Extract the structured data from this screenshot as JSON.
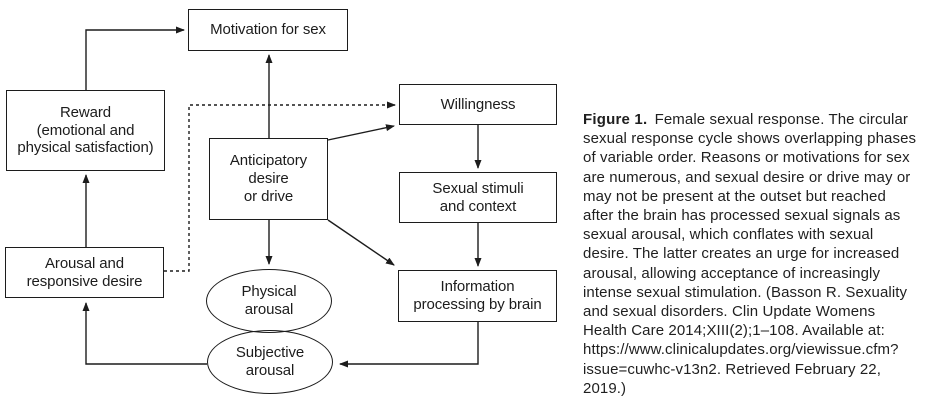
{
  "figure": {
    "nodes": {
      "motivation": {
        "label": "Motivation for sex"
      },
      "reward": {
        "label": "Reward\n(emotional and\nphysical satisfaction)"
      },
      "anticipatory": {
        "label": "Anticipatory\ndesire\nor drive"
      },
      "willingness": {
        "label": "Willingness"
      },
      "stimuli": {
        "label": "Sexual stimuli\nand context"
      },
      "information": {
        "label": "Information\nprocessing by brain"
      },
      "arousal": {
        "label": "Arousal and\nresponsive desire"
      },
      "physical": {
        "label": "Physical\narousal"
      },
      "subjective": {
        "label": "Subjective\narousal"
      }
    },
    "connectors": [
      "reward-to-motivation",
      "anticipatory-to-motivation",
      "arousal-to-reward",
      "arousal-to-willingness-dashed",
      "anticipatory-to-willingness",
      "willingness-to-stimuli",
      "stimuli-to-information",
      "anticipatory-to-information",
      "anticipatory-to-physical",
      "information-to-subjective",
      "subjective-to-arousal"
    ],
    "caption": {
      "label": "Figure 1.",
      "body": " Female sexual response. The circular\nsexual response cycle shows overlapping phases\nof variable order. Reasons or motivations for sex\nare numerous, and sexual desire or drive may or\nmay not be present at the outset but reached\nafter the brain has processed sexual signals as\nsexual arousal, which conflates with sexual\ndesire. The latter creates an urge for increased\narousal, allowing acceptance of increasingly\nintense sexual stimulation. (Basson R. Sexuality\nand sexual disorders. Clin Update Womens\nHealth Care 2014;XIII(2);1–108. Available at:\nhttps://www.clinicalupdates.org/viewissue.cfm?\nissue=cuwhc-v13n2. Retrieved February 22,\n2019.)"
    },
    "colors": {
      "line": "#1c1c1c",
      "text": "#1c1c1c",
      "background": "#ffffff"
    }
  }
}
